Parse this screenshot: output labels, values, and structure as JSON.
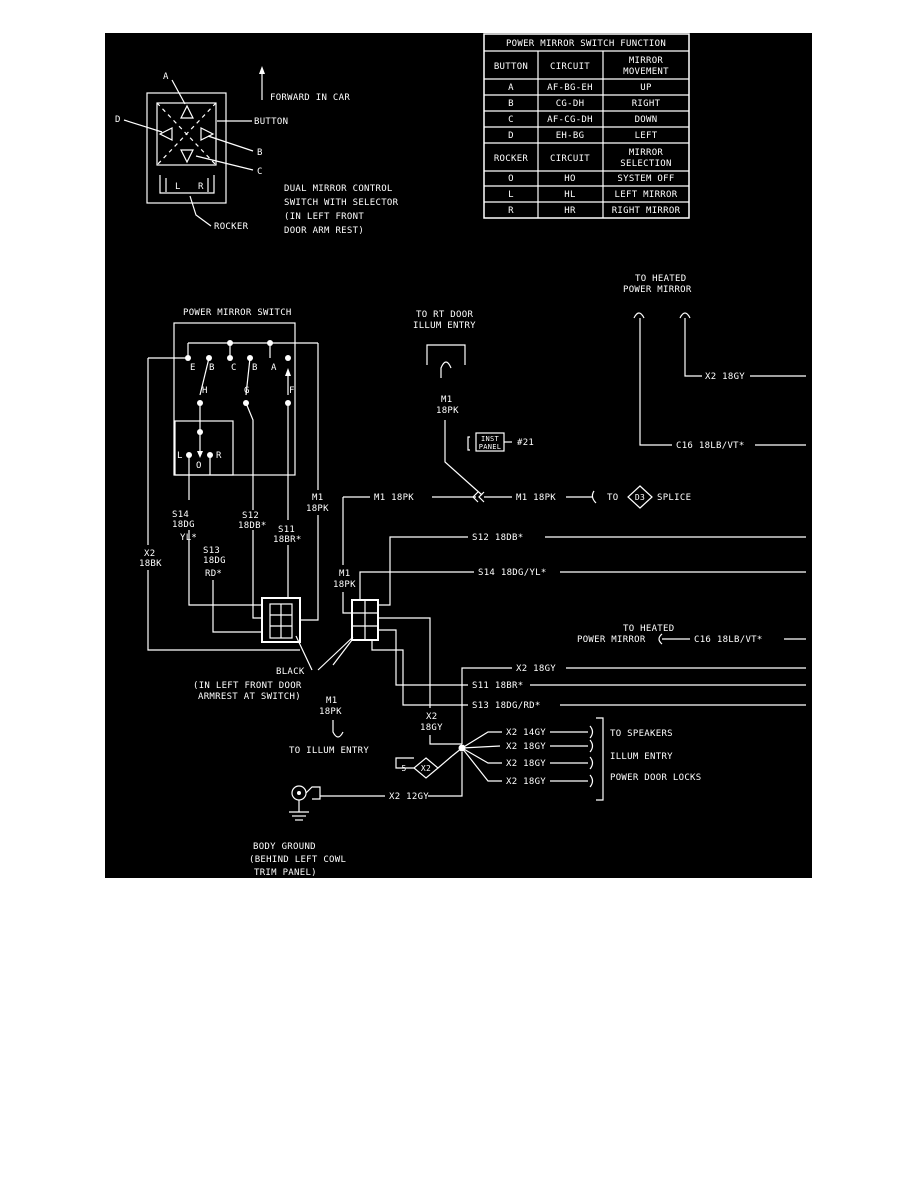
{
  "switch_function_table": {
    "title": "POWER MIRROR SWITCH FUNCTION",
    "header1": [
      "BUTTON",
      "CIRCUIT",
      "MIRROR",
      "MOVEMENT"
    ],
    "rows1": [
      [
        "A",
        "AF-BG-EH",
        "UP"
      ],
      [
        "B",
        "CG-DH",
        "RIGHT"
      ],
      [
        "C",
        "AF-CG-DH",
        "DOWN"
      ],
      [
        "D",
        "EH-BG",
        "LEFT"
      ]
    ],
    "header2": [
      "ROCKER",
      "CIRCUIT",
      "MIRROR",
      "SELECTION"
    ],
    "rows2": [
      [
        "O",
        "HO",
        "SYSTEM OFF"
      ],
      [
        "L",
        "HL",
        "LEFT MIRROR"
      ],
      [
        "R",
        "HR",
        "RIGHT MIRROR"
      ]
    ]
  },
  "control_diagram": {
    "button_a": "A",
    "button_b": "B",
    "button_c": "C",
    "button_d": "D",
    "button_label": "BUTTON",
    "rocker_label": "ROCKER",
    "rocker_l": "L",
    "rocker_r": "R",
    "forward_label": "FORWARD IN CAR",
    "desc_line1": "DUAL MIRROR CONTROL",
    "desc_line2": "SWITCH WITH SELECTOR",
    "desc_line3": "(IN LEFT FRONT",
    "desc_line4": "DOOR ARM REST)"
  },
  "schematic": {
    "switch_title": "POWER MIRROR SWITCH",
    "contacts": [
      "E",
      "B",
      "C",
      "B",
      "A",
      "H",
      "G",
      "F",
      "L",
      "O",
      "R"
    ],
    "to_rt_door_1": "TO RT DOOR",
    "to_rt_door_2": "ILLUM ENTRY",
    "m1": "M1",
    "pk18": "18PK",
    "inst_panel_1": "INST",
    "inst_panel_2": "PANEL",
    "inst_panel_ref": "#21",
    "m1_18pk": "M1 18PK",
    "to_splice_to": "TO",
    "splice_id": "D3",
    "splice_label": "SPLICE",
    "heated_mirror_1": "TO HEATED",
    "heated_mirror_2": "POWER MIRROR",
    "x2_18gy": "X2 18GY",
    "c16": "C16 18LB/VT*",
    "s14": "S14",
    "s12": "S12",
    "s11": "S11",
    "s13": "S13",
    "dg18": "18DG",
    "db18": "18DB*",
    "br18": "18BR*",
    "yl": "YL*",
    "rd": "RD*",
    "x2": "X2",
    "bk18": "18BK",
    "gy18": "18GY",
    "s12_full": "S12 18DB*",
    "s14_full": "S14 18DG/YL*",
    "s11_full": "S11 18BR*",
    "s13_full": "S13 18DG/RD*",
    "black": "BLACK",
    "armrest_1": "(IN LEFT FRONT DOOR",
    "armrest_2": "ARMREST AT SWITCH)",
    "to_illum_entry": "TO ILLUM ENTRY",
    "x2_14gy": "X2 14GY",
    "x2_12gy": "X2 12GY",
    "splice_num": "5",
    "to_speakers": "TO SPEAKERS",
    "illum_entry": "ILLUM ENTRY",
    "power_door_locks": "POWER DOOR LOCKS",
    "ground_1": "BODY GROUND",
    "ground_2": "(BEHIND LEFT COWL",
    "ground_3": "TRIM PANEL)"
  }
}
